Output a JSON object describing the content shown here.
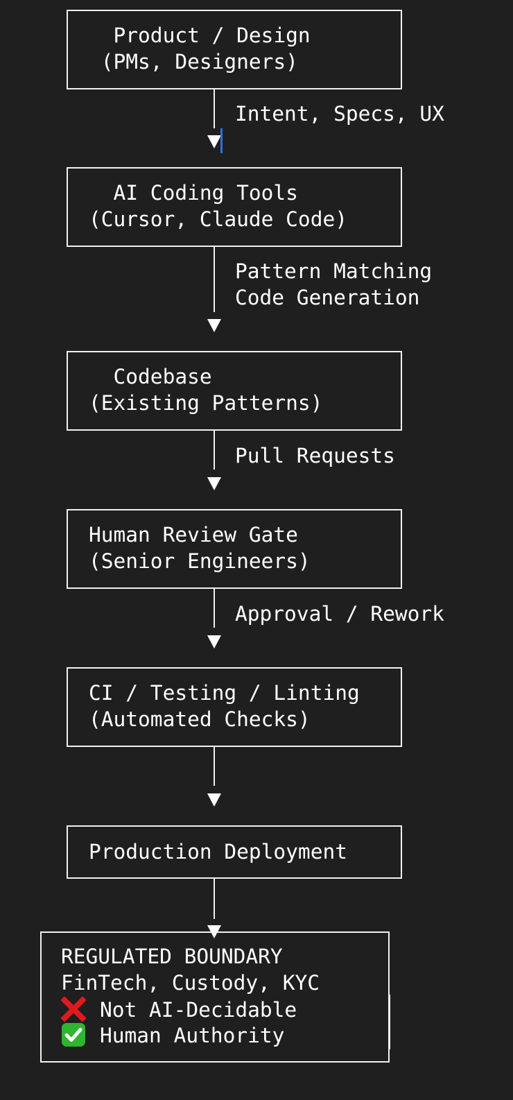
{
  "nodes": [
    {
      "id": "product",
      "lines": [
        "  Product / Design",
        " (PMs, Designers)"
      ]
    },
    {
      "id": "ai-tools",
      "lines": [
        "  AI Coding Tools",
        "(Cursor, Claude Code)"
      ]
    },
    {
      "id": "codebase",
      "lines": [
        "  Codebase",
        "(Existing Patterns)"
      ]
    },
    {
      "id": "review",
      "lines": [
        "Human Review Gate",
        "(Senior Engineers)"
      ]
    },
    {
      "id": "ci",
      "lines": [
        "CI / Testing / Linting",
        "(Automated Checks)"
      ]
    },
    {
      "id": "production",
      "lines": [
        "Production Deployment"
      ]
    }
  ],
  "edges": [
    {
      "lines": [
        "Intent, Specs, UX"
      ]
    },
    {
      "lines": [
        "Pattern Matching",
        "Code Generation"
      ]
    },
    {
      "lines": [
        "Pull Requests"
      ]
    },
    {
      "lines": [
        "Approval / Rework"
      ]
    },
    {
      "lines": []
    },
    {
      "lines": []
    }
  ],
  "boundary": {
    "title": "REGULATED BOUNDARY",
    "subtitle": "FinTech, Custody, KYC",
    "not_decidable": "Not AI-Decidable",
    "human_authority": "Human Authority",
    "cross_icon": "red-cross-icon",
    "check_icon": "green-check-icon",
    "cross_color": "#e0191d",
    "check_color": "#2fb52f"
  },
  "accent_color": "#2f6fe0"
}
